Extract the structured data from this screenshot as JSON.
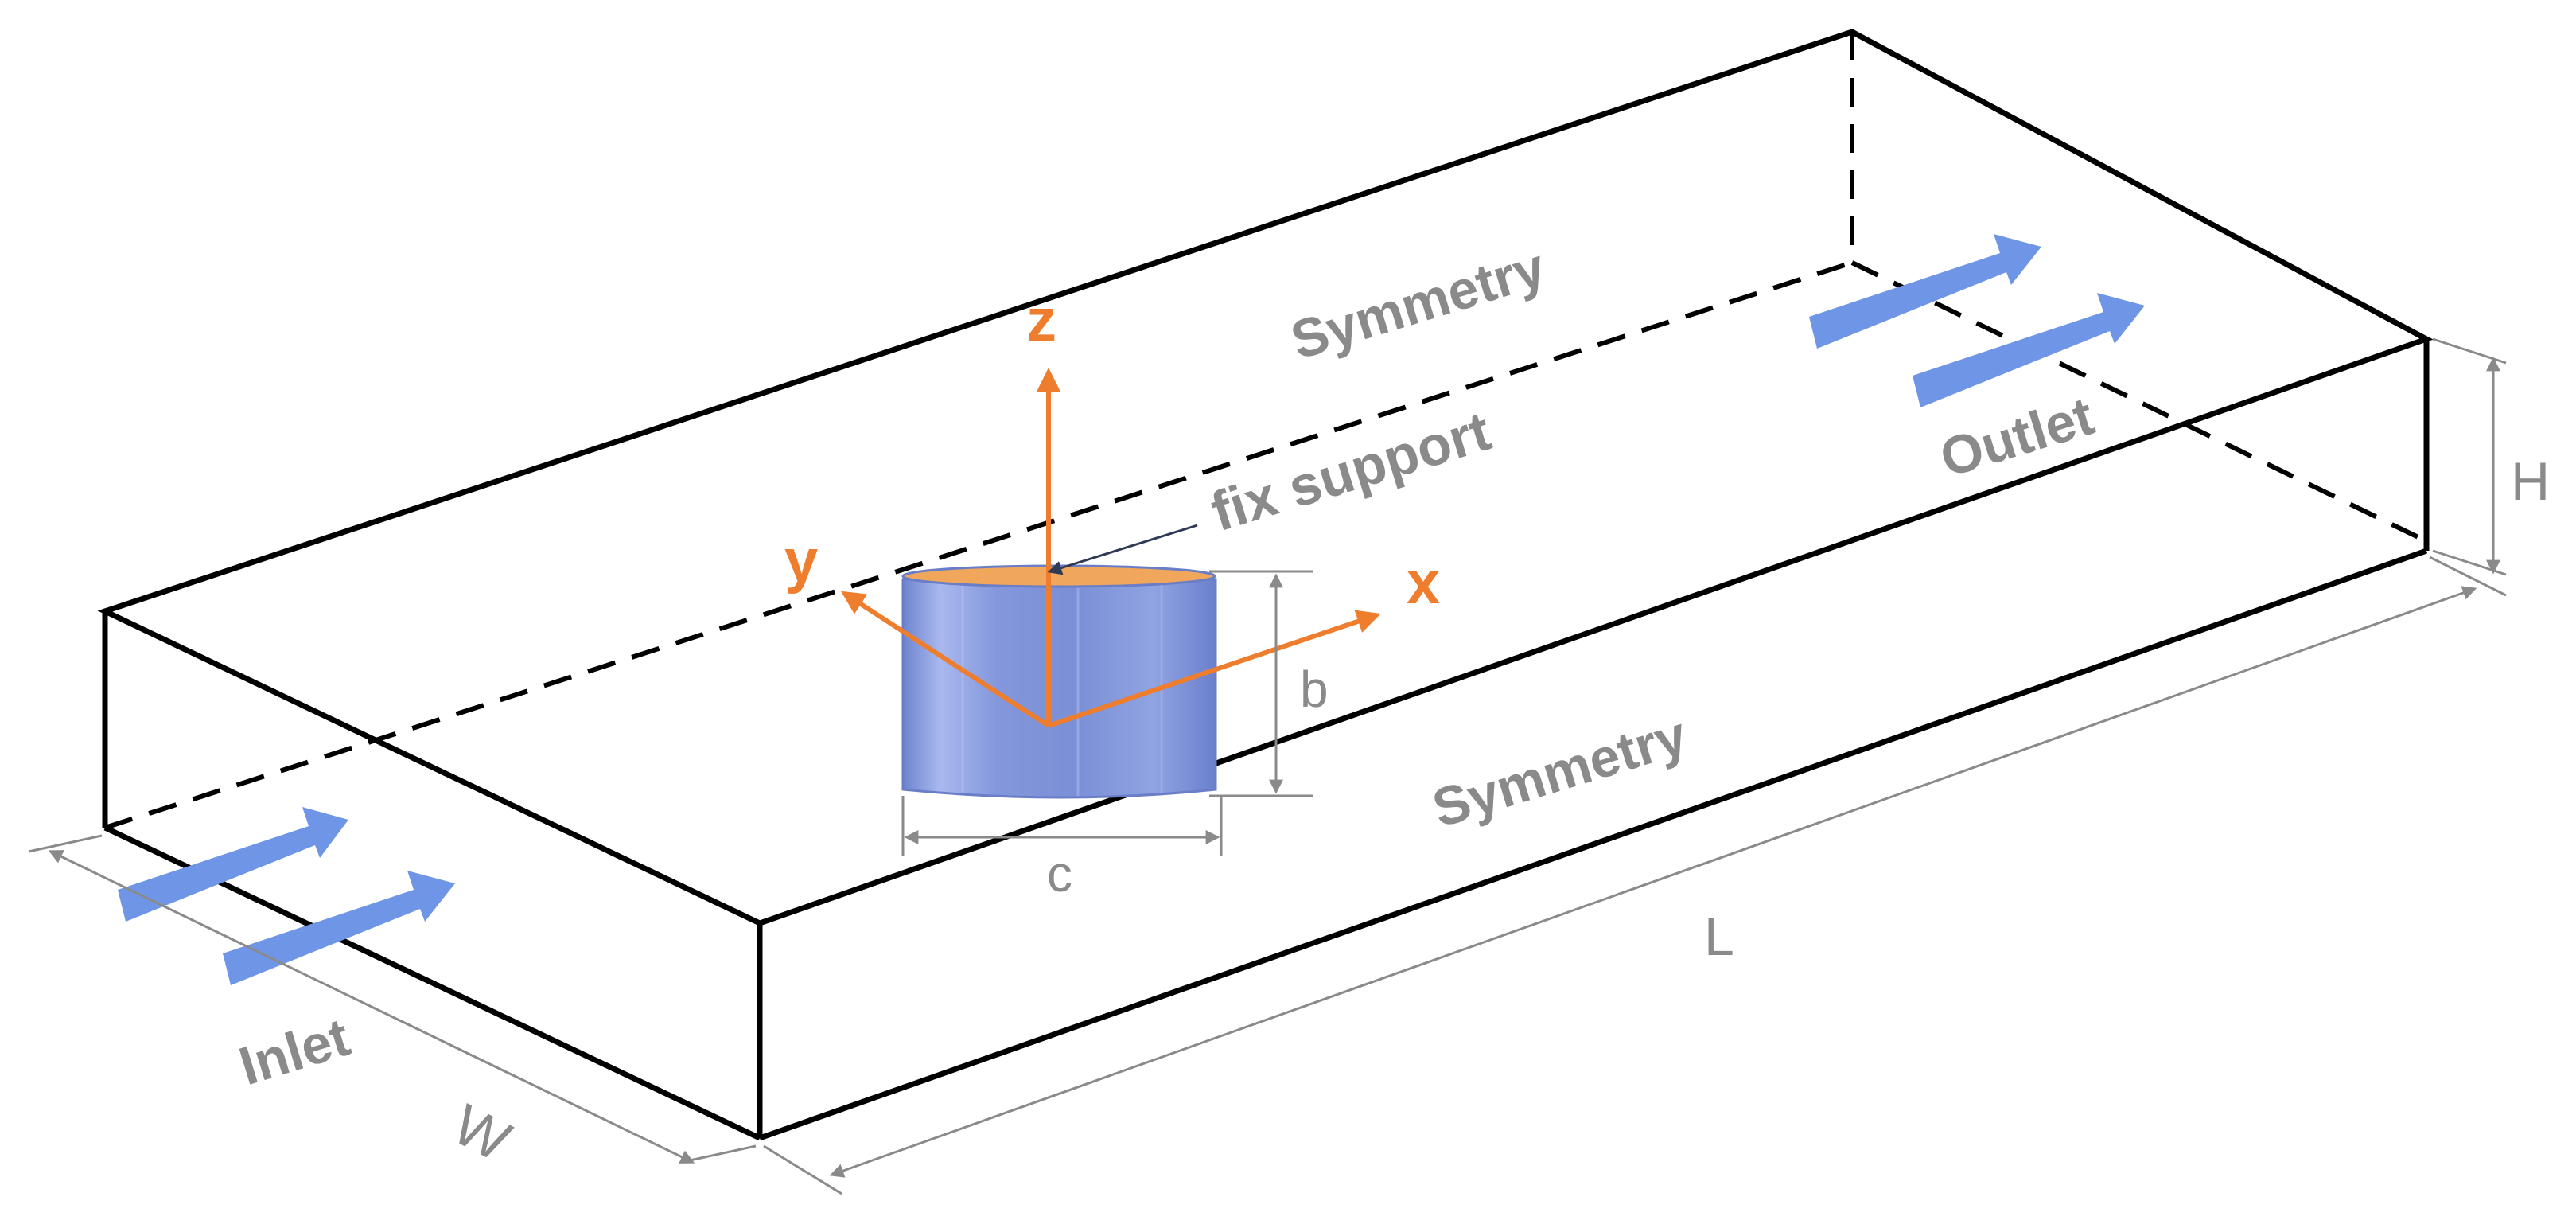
{
  "labels": {
    "symmetry_top": "Symmetry",
    "symmetry_side": "Symmetry",
    "fix_support": "fix support",
    "inlet": "Inlet",
    "outlet": "Outlet",
    "dim_H": "H",
    "dim_L": "L",
    "dim_W": "W",
    "dim_b": "b",
    "dim_c": "c",
    "axis_x": "x",
    "axis_y": "y",
    "axis_z": "z"
  },
  "colors": {
    "edge": "#000000",
    "dimension": "#8a8a8a",
    "label": "#8a8a8a",
    "axis": "#ee7d2e",
    "flow_arrow": "#6f96e6",
    "cylinder": "#7f95d8",
    "cylinder_top": "#f0a65b"
  }
}
